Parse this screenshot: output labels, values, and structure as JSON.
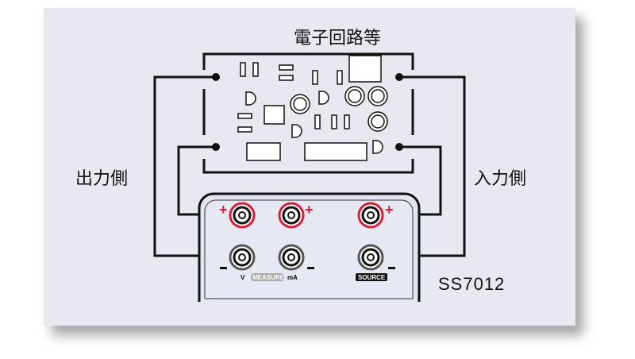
{
  "title": "電子回路等",
  "output_label": "出力側",
  "input_label": "入力側",
  "device_model": "SS7012",
  "terminals": {
    "plus": "+",
    "minus": "−",
    "v_label": "V",
    "measure_label": "MEASURE",
    "ma_label": "mA",
    "source_label": "SOURCE"
  },
  "colors": {
    "panel": "#e8e8f1",
    "terminal_red": "#d81e3a",
    "wire": "#111111"
  }
}
